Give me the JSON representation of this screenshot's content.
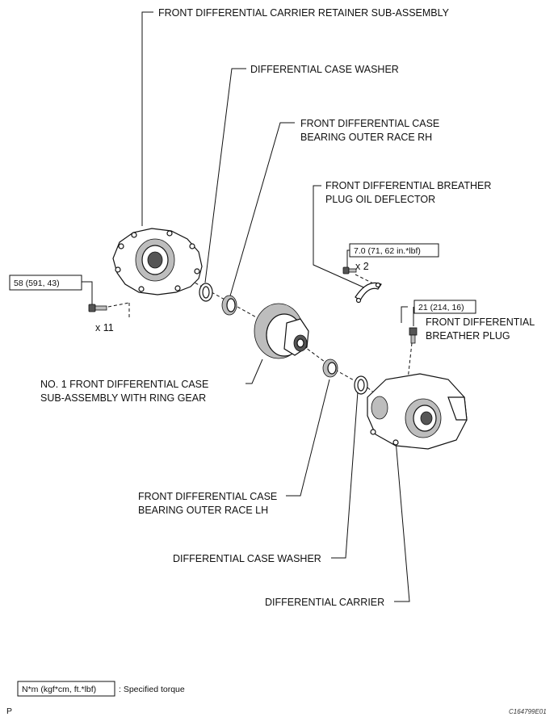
{
  "labels": {
    "carrier_retainer": "FRONT DIFFERENTIAL CARRIER RETAINER SUB-ASSEMBLY",
    "case_washer_top": "DIFFERENTIAL CASE WASHER",
    "outer_race_rh_1": "FRONT DIFFERENTIAL CASE",
    "outer_race_rh_2": "BEARING OUTER RACE RH",
    "oil_deflector_1": "FRONT DIFFERENTIAL BREATHER",
    "oil_deflector_2": "PLUG OIL DEFLECTOR",
    "breather_plug_1": "FRONT DIFFERENTIAL",
    "breather_plug_2": "BREATHER PLUG",
    "case_sub_1": "NO. 1 FRONT DIFFERENTIAL CASE",
    "case_sub_2": "SUB-ASSEMBLY WITH RING GEAR",
    "outer_race_lh_1": "FRONT DIFFERENTIAL CASE",
    "outer_race_lh_2": "BEARING OUTER RACE LH",
    "case_washer_bottom": "DIFFERENTIAL CASE WASHER",
    "diff_carrier": "DIFFERENTIAL CARRIER"
  },
  "torques": {
    "retainer_bolt": "58 (591, 43)",
    "deflector_bolt": "7.0 (71, 62 in.*lbf)",
    "breather_plug": "21 (214, 16)"
  },
  "quantities": {
    "retainer_bolts": "x 11",
    "deflector_bolts": "x 2"
  },
  "legend": {
    "box_text": "N*m (kgf*cm, ft.*lbf)",
    "description": ": Specified torque"
  },
  "footer": {
    "left_mark": "P",
    "figure_code": "C164799E01"
  }
}
